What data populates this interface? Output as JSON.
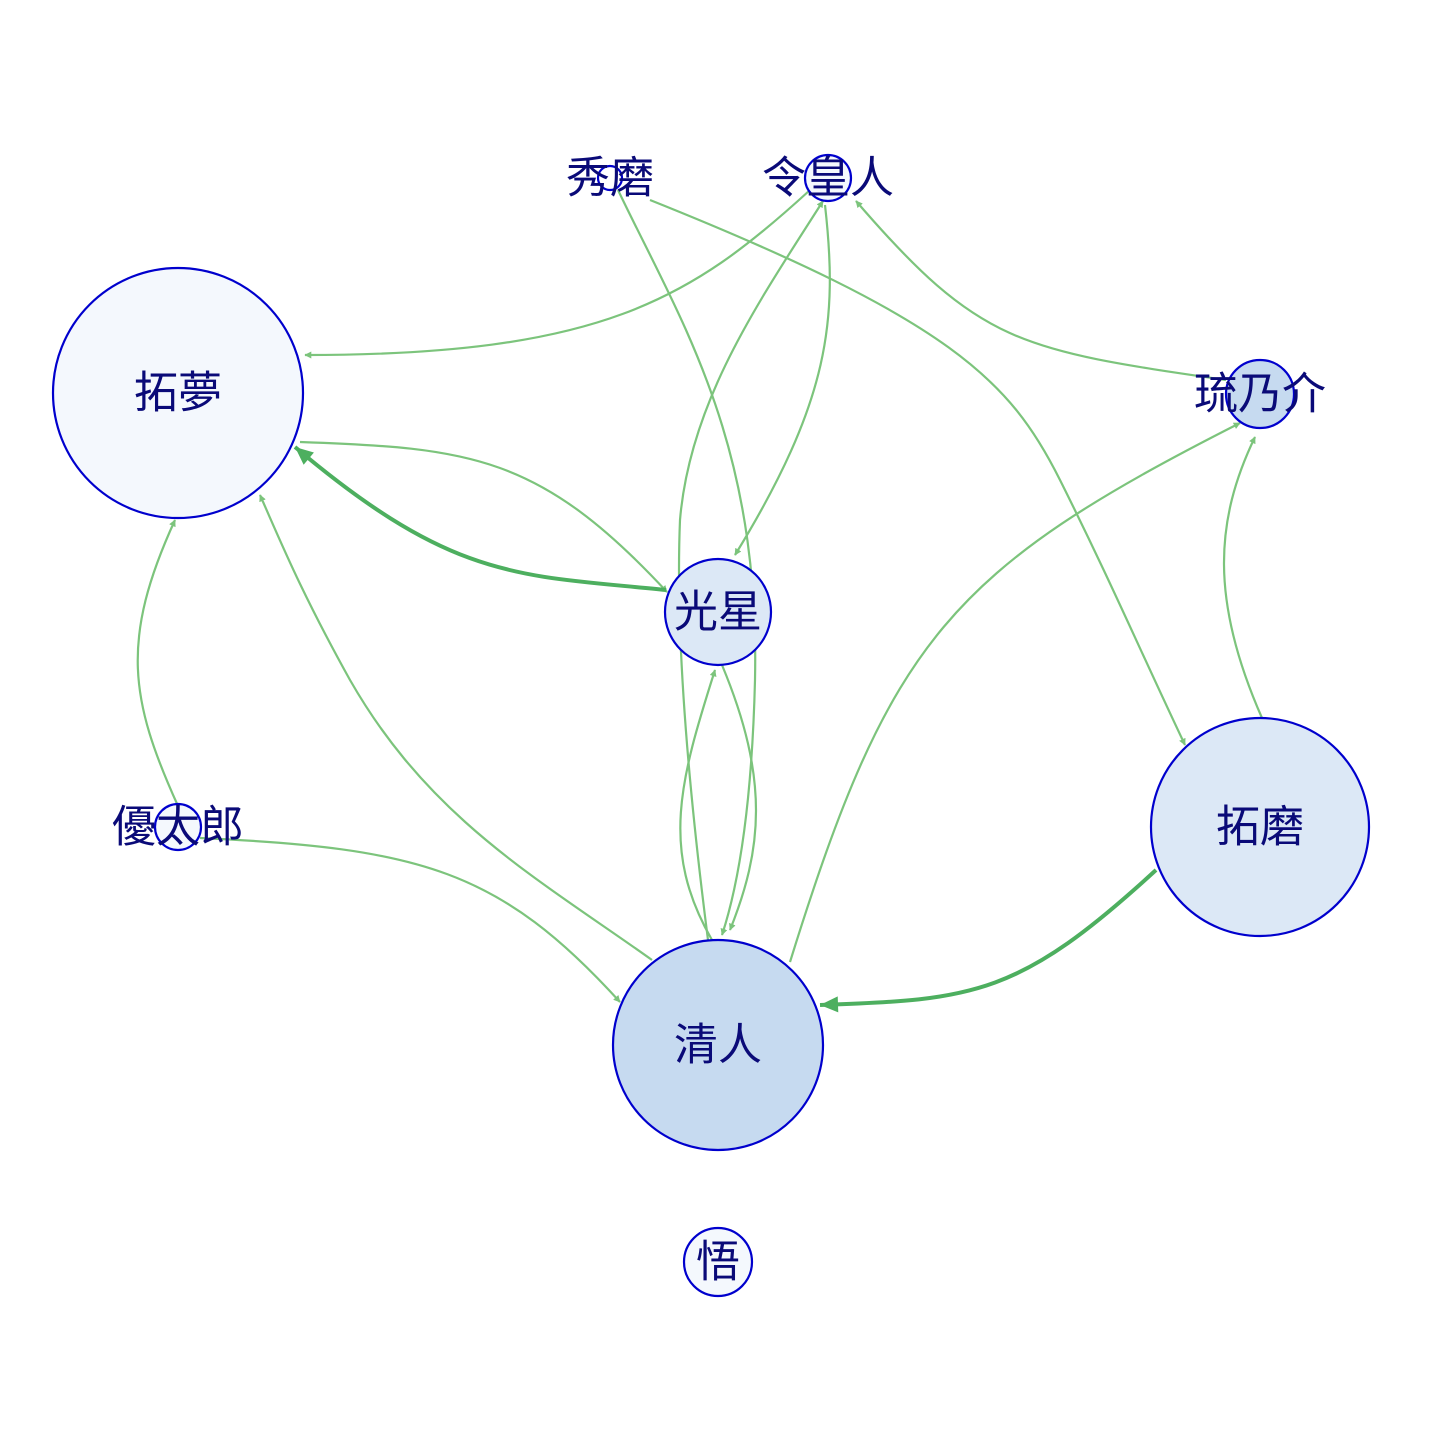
{
  "diagram": {
    "type": "directed-network",
    "colors": {
      "node_stroke": "#0000cd",
      "label": "#0a0a78",
      "edge_light": "#7cc47c",
      "edge_strong": "#4daf5f"
    },
    "nodes": [
      {
        "id": "takumu",
        "label": "拓夢",
        "fill": "#f4f8fd"
      },
      {
        "id": "kosei",
        "label": "光星",
        "fill": "#dce8f6"
      },
      {
        "id": "kiyoto",
        "label": "清人",
        "fill": "#c6daf0"
      },
      {
        "id": "takuma",
        "label": "拓磨",
        "fill": "#dce8f6"
      },
      {
        "id": "rinosuke",
        "label": "琉乃介",
        "fill": "#c6daf0"
      },
      {
        "id": "reiojin",
        "label": "令皇人",
        "fill": "#f4f8fd"
      },
      {
        "id": "shuma",
        "label": "秀磨",
        "fill": "#ffffff"
      },
      {
        "id": "yutaro",
        "label": "優太郎",
        "fill": "#f4f8fd"
      },
      {
        "id": "satoru",
        "label": "悟",
        "fill": "#f4f8fd"
      }
    ],
    "edges": [
      {
        "from": "reiojin",
        "to": "takumu",
        "weight": 1
      },
      {
        "from": "takumu",
        "to": "kosei",
        "weight": 1
      },
      {
        "from": "kosei",
        "to": "takumu",
        "weight": 2
      },
      {
        "from": "yutaro",
        "to": "takumu",
        "weight": 1
      },
      {
        "from": "yutaro",
        "to": "kiyoto",
        "weight": 1
      },
      {
        "from": "kiyoto",
        "to": "takumu",
        "weight": 1
      },
      {
        "from": "shuma",
        "to": "kiyoto",
        "weight": 1
      },
      {
        "from": "shuma",
        "to": "takuma",
        "weight": 1
      },
      {
        "from": "reiojin",
        "to": "kosei",
        "weight": 1
      },
      {
        "from": "kiyoto",
        "to": "reiojin",
        "weight": 1
      },
      {
        "from": "kosei",
        "to": "kiyoto",
        "weight": 1
      },
      {
        "from": "kiyoto",
        "to": "kosei",
        "weight": 1
      },
      {
        "from": "rinosuke",
        "to": "reiojin",
        "weight": 1
      },
      {
        "from": "kiyoto",
        "to": "rinosuke",
        "weight": 1
      },
      {
        "from": "takuma",
        "to": "rinosuke",
        "weight": 1
      },
      {
        "from": "takuma",
        "to": "kiyoto",
        "weight": 2
      }
    ]
  }
}
